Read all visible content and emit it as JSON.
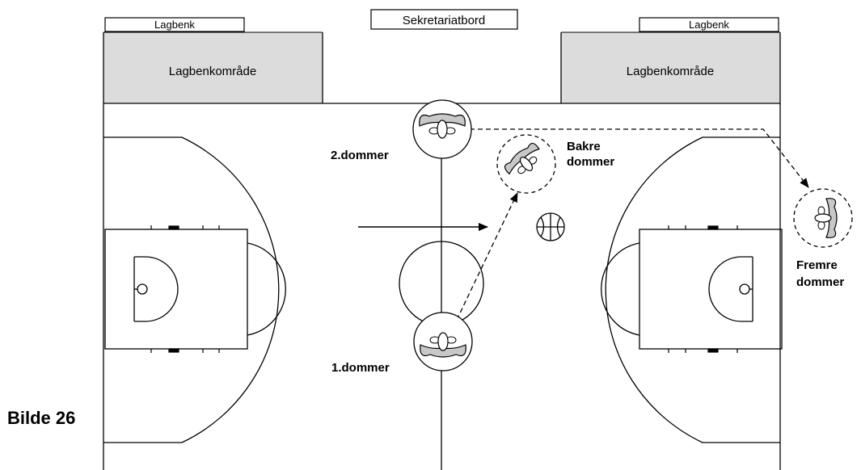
{
  "labels": {
    "bench_left": "Lagbenk",
    "bench_right": "Lagbenk",
    "scorer_table": "Sekretariatbord",
    "bench_area_left": "Lagbenkområde",
    "bench_area_right": "Lagbenkområde",
    "referee_2": "2.dommer",
    "referee_1": "1.dommer",
    "trail_line1": "Bakre",
    "trail_line2": "dommer",
    "lead_line1": "Fremre",
    "lead_line2": "dommer",
    "figure_title": "Bilde 26"
  },
  "colors": {
    "bench_area_fill": "#dcdcdc",
    "referee_fill": "#c8c8c8",
    "line": "#000000"
  }
}
